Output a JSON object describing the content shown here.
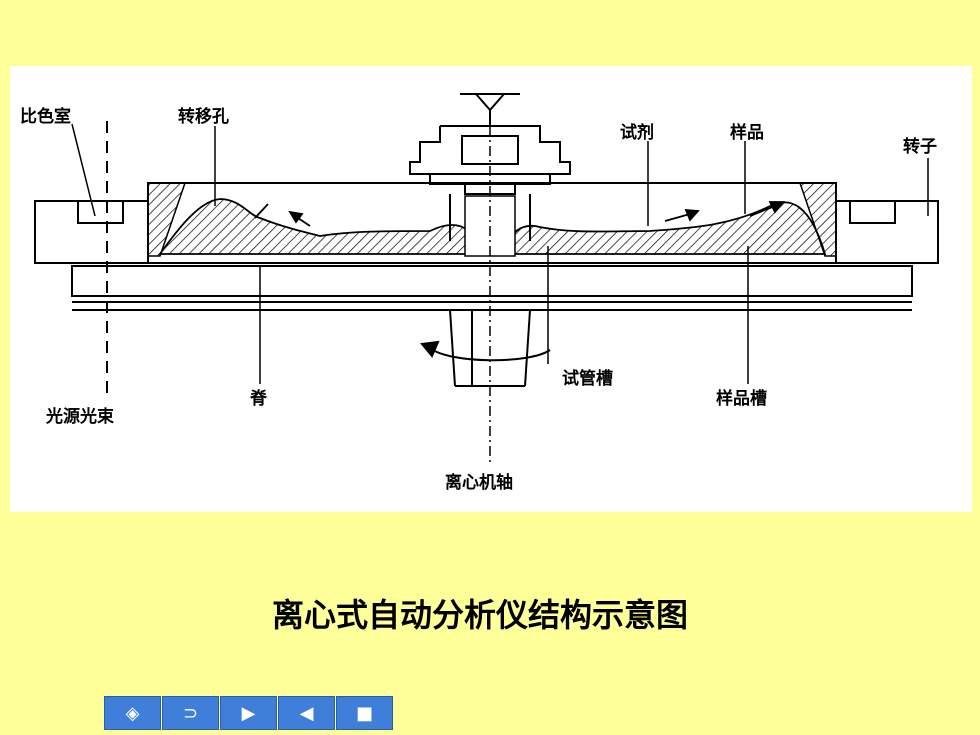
{
  "labels": {
    "cuvette_chamber": "比色室",
    "transfer_hole": "转移孔",
    "reagent": "试剂",
    "sample": "样品",
    "rotor": "转子",
    "ridge": "脊",
    "light_beam": "光源光束",
    "reagent_well": "试管槽",
    "sample_well": "样品槽",
    "centrifuge_shaft": "离心机轴"
  },
  "caption": "离心式自动分析仪结构示意图",
  "nav": {
    "buttons": [
      {
        "name": "home-button",
        "icon": "diamond-icon",
        "glyph": "◈"
      },
      {
        "name": "return-button",
        "icon": "return-icon",
        "glyph": "⊃"
      },
      {
        "name": "next-button",
        "icon": "play-right-icon",
        "glyph": "▶"
      },
      {
        "name": "prev-button",
        "icon": "play-left-icon",
        "glyph": "◀"
      },
      {
        "name": "stop-button",
        "icon": "stop-icon",
        "glyph": "■"
      }
    ]
  },
  "colors": {
    "background": "#FFFF99",
    "panel": "#FFFFFF",
    "nav_button": "#3F7FD9"
  }
}
